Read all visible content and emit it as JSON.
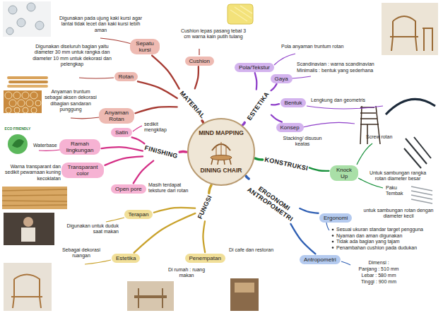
{
  "diagram": {
    "nodes": [
      {
        "text": [
          "MIND MAPPING",
          "DINING CHAIR"
        ]
      },
      {
        "text": [
          "MATERIAL"
        ]
      },
      {
        "text": [
          "ESTETIKA"
        ]
      },
      {
        "text": [
          "KONSTRUKSI"
        ]
      },
      {
        "text": [
          "ERGONOMI ANTROPOMETRI"
        ]
      },
      {
        "text": [
          "FUNGSI"
        ]
      },
      {
        "text": [
          "FINISHING"
        ]
      },
      {
        "text": [
          "Sepatu kursi"
        ]
      },
      {
        "text": [
          "Cushion"
        ]
      },
      {
        "text": [
          "Rotan"
        ]
      },
      {
        "text": [
          "Anyaman Rotan"
        ]
      },
      {
        "text": [
          "Pola/Tekstur"
        ]
      },
      {
        "text": [
          "Gaya"
        ]
      },
      {
        "text": [
          "Bentuk"
        ]
      },
      {
        "text": [
          "Konsep"
        ]
      },
      {
        "text": [
          "Knock Up"
        ]
      },
      {
        "text": [
          "Ergonomi"
        ]
      },
      {
        "text": [
          "Antropometri"
        ]
      },
      {
        "text": [
          "Terapan"
        ]
      },
      {
        "text": [
          "Estetika"
        ]
      },
      {
        "text": [
          "Penempatan"
        ]
      },
      {
        "text": [
          "Satin"
        ]
      },
      {
        "text": [
          "Ramah lingkungan"
        ]
      },
      {
        "text": [
          "Transparant color"
        ]
      },
      {
        "text": [
          "Open pore"
        ]
      }
    ],
    "edges": [
      {
        "from": 0,
        "to": 1,
        "arrow": "none"
      },
      {
        "from": 0,
        "to": 2,
        "arrow": "none"
      },
      {
        "from": 0,
        "to": 3,
        "arrow": "none"
      },
      {
        "from": 0,
        "to": 4,
        "arrow": "none"
      },
      {
        "from": 0,
        "to": 5,
        "arrow": "none"
      },
      {
        "from": 0,
        "to": 6,
        "arrow": "none"
      },
      {
        "from": 1,
        "to": 7,
        "arrow": "none"
      },
      {
        "from": 1,
        "to": 8,
        "arrow": "none"
      },
      {
        "from": 1,
        "to": 9,
        "arrow": "none"
      },
      {
        "from": 1,
        "to": 10,
        "arrow": "none"
      },
      {
        "from": 2,
        "to": 11,
        "arrow": "none"
      },
      {
        "from": 2,
        "to": 12,
        "arrow": "none"
      },
      {
        "from": 2,
        "to": 13,
        "arrow": "none"
      },
      {
        "from": 2,
        "to": 14,
        "arrow": "none"
      },
      {
        "from": 3,
        "to": 15,
        "arrow": "none"
      },
      {
        "from": 4,
        "to": 16,
        "arrow": "none"
      },
      {
        "from": 4,
        "to": 17,
        "arrow": "none"
      },
      {
        "from": 5,
        "to": 18,
        "arrow": "none"
      },
      {
        "from": 5,
        "to": 19,
        "arrow": "none"
      },
      {
        "from": 5,
        "to": 20,
        "arrow": "none"
      },
      {
        "from": 6,
        "to": 21,
        "arrow": "none"
      },
      {
        "from": 6,
        "to": 22,
        "arrow": "none"
      },
      {
        "from": 6,
        "to": 23,
        "arrow": "none"
      },
      {
        "from": 6,
        "to": 24,
        "arrow": "none"
      }
    ],
    "labels": [
      "Digunakan pada ujung kaki kursi agar lantai tidak lecet dan kaki kursi lebih aman",
      "Cushion lepas pasang tebal 3 cm warna kain putih tulang",
      "Digunakan diseluruh bagian yaitu diameter 30 mm untuk rangka dan diameter 10 mm untuk dekorasi dan pelengkap",
      "Anyaman truntum sebagai aksen dekorasi dibagian sandaran punggung",
      "Pola anyaman truntum rotan",
      "Scandinavian : warna scandinavian",
      "Minimalis : bentuk yang sederhana",
      "Lengkung dan geometris",
      "Stacking/ disusun keatas",
      "Screw rotan",
      "Untuk sambungan rangka rotan diameter besar",
      "Paku Tembak",
      "untuk sambungan rotan dengan diameter kecil",
      "Sesuai ukuran standar target pengguna",
      "Nyaman dan aman digunakan",
      "Tidak ada bagian yang tajam",
      "Penambahan cushion pada dudukan",
      "Dimensi :",
      "Panjang : 510 mm",
      "Lebar : 580 mm",
      "Tinggi : 900 mm",
      "Di cafe dan restoran",
      "Di rumah : ruang makan",
      "Sebagai dekorasi ruangan",
      "Digunakan untuk duduk saat makan",
      "Masih terdapat teksture dari rotan",
      "Warna transparant dan sedikit pewarnaan kuning kecoklatan",
      "Waterbase",
      "sedikit mengkilap",
      "ECO FRIENDLY"
    ]
  }
}
